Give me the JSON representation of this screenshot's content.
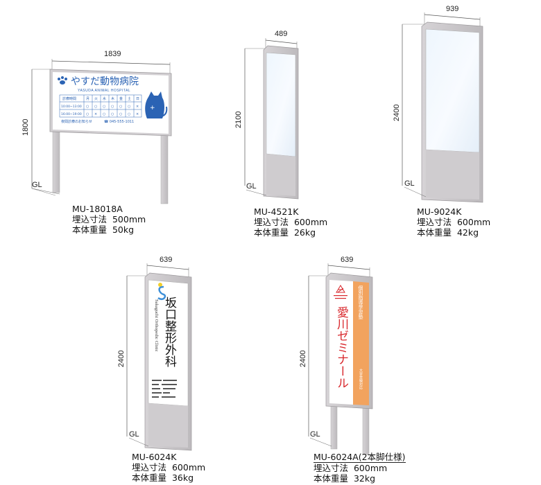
{
  "products": [
    {
      "model": "MU-18018A",
      "embed_label": "埋込寸法",
      "embed_value": "500mm",
      "weight_label": "本体重量",
      "weight_value": "50kg",
      "width_dim": "1839",
      "height_dim": "1800",
      "gl": "GL",
      "panel": {
        "clinic_name": "やすだ動物病院",
        "clinic_name_en": "YASUDA ANIMAL HOSPITAL",
        "table_header": "診療時間",
        "days": [
          "月",
          "火",
          "水",
          "木",
          "金",
          "土",
          "日"
        ],
        "rows": [
          {
            "time": "10:00~13:00",
            "marks": [
              "○",
              "○",
              "○",
              "○",
              "○",
              "○",
              "×"
            ]
          },
          {
            "time": "16:00~19:00",
            "marks": [
              "○",
              "×",
              "○",
              "○",
              "○",
              "○",
              "×"
            ]
          }
        ],
        "notice": "夜間診療のお知らせ",
        "phone": "☎ 045-555-1011"
      }
    },
    {
      "model": "MU-4521K",
      "embed_label": "埋込寸法",
      "embed_value": "600mm",
      "weight_label": "本体重量",
      "weight_value": "26kg",
      "width_dim": "489",
      "height_dim": "2100",
      "gl": "GL"
    },
    {
      "model": "MU-9024K",
      "embed_label": "埋込寸法",
      "embed_value": "600mm",
      "weight_label": "本体重量",
      "weight_value": "42kg",
      "width_dim": "939",
      "height_dim": "2400",
      "gl": "GL"
    },
    {
      "model": "MU-6024K",
      "embed_label": "埋込寸法",
      "embed_value": "600mm",
      "weight_label": "本体重量",
      "weight_value": "36kg",
      "width_dim": "639",
      "height_dim": "2400",
      "gl": "GL",
      "panel": {
        "name": "坂口整形外科",
        "name_en": "Sakaguchi Orthopedic Clinic"
      }
    },
    {
      "model": "MU-6024A(2本脚仕様)",
      "embed_label": "埋込寸法",
      "embed_value": "600mm",
      "weight_label": "本体重量",
      "weight_value": "32kg",
      "width_dim": "639",
      "height_dim": "2400",
      "gl": "GL",
      "panel": {
        "name": "愛川ゼミナール",
        "band_top": "個別指導学習塾",
        "band_bottom": "大学受験対応"
      }
    }
  ],
  "colors": {
    "frame": "#c9c6c8",
    "frame_dark": "#a9a6a9",
    "glass": "#e9f3fb",
    "blue_text": "#2b63b4",
    "red_text": "#d8262b",
    "orange_band": "#f2a35e"
  }
}
